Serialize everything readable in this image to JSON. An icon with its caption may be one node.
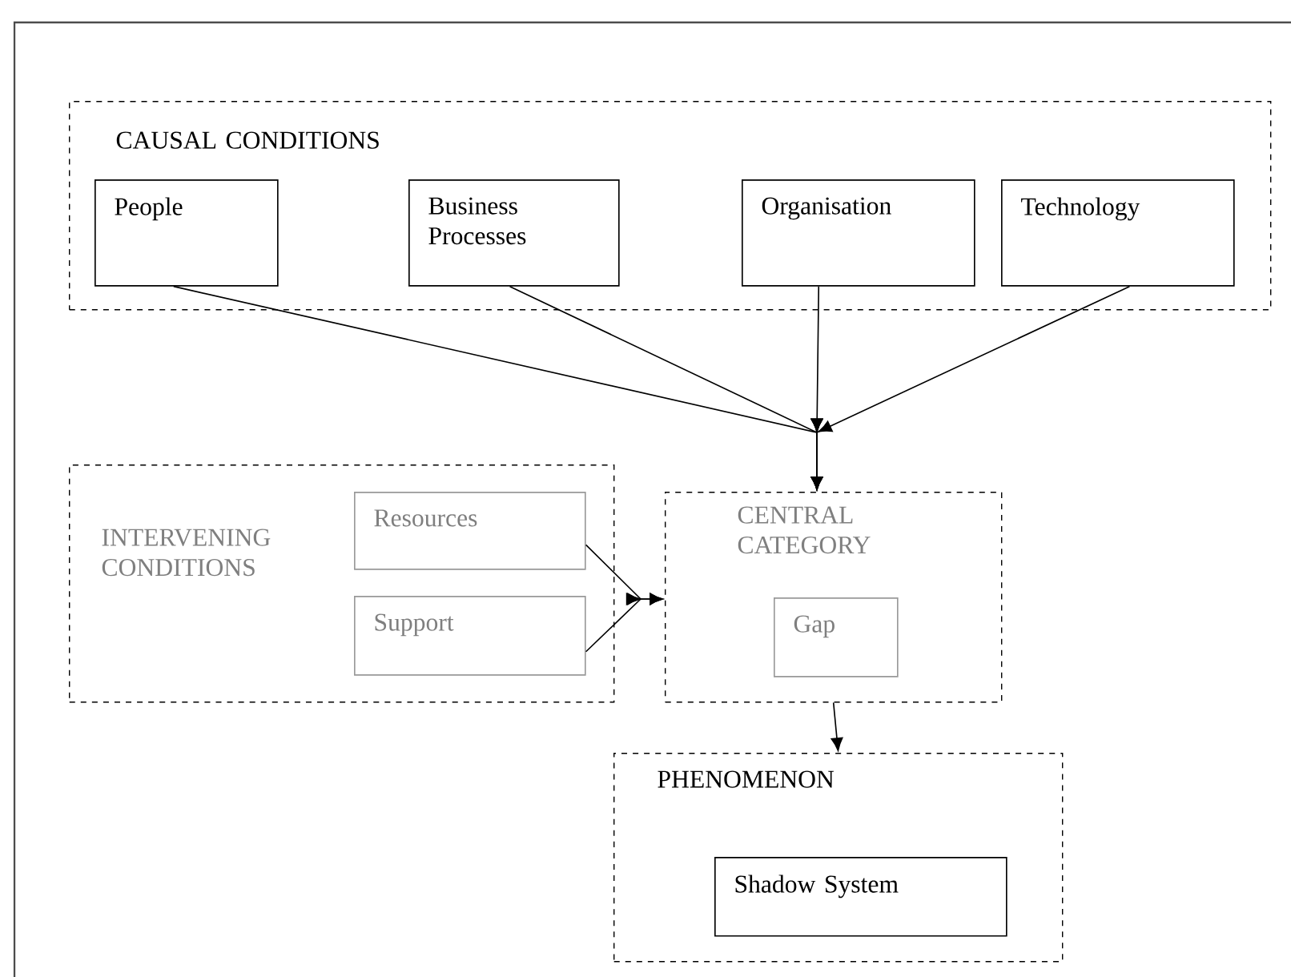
{
  "diagram": {
    "nodes": [
      {
        "text": [
          "CAUSAL CONDITIONS"
        ]
      },
      {
        "text": [
          "People"
        ],
        "in": 0
      },
      {
        "text": [
          "Business Processes"
        ],
        "in": 0
      },
      {
        "text": [
          "Organisation"
        ],
        "in": 0
      },
      {
        "text": [
          "Technology"
        ],
        "in": 0
      },
      {
        "text": [
          "INTERVENING CONDITIONS"
        ]
      },
      {
        "text": [
          "Resources"
        ],
        "in": 5
      },
      {
        "text": [
          "Support"
        ],
        "in": 5
      },
      {
        "text": [
          "CENTRAL CATEGORY"
        ]
      },
      {
        "text": [
          "Gap"
        ],
        "in": 8
      },
      {
        "text": [
          "PHENOMENON"
        ]
      },
      {
        "text": [
          "Shadow System"
        ],
        "in": 10
      }
    ],
    "edges": [
      {
        "from": 1,
        "to": 8,
        "arrow": "to"
      },
      {
        "from": 2,
        "to": 8,
        "arrow": "to"
      },
      {
        "from": 3,
        "to": 8,
        "arrow": "to"
      },
      {
        "from": 4,
        "to": 8,
        "arrow": "to"
      },
      {
        "from": 6,
        "to": 8,
        "arrow": "to"
      },
      {
        "from": 7,
        "to": 8,
        "arrow": "to"
      },
      {
        "from": 8,
        "to": 10,
        "arrow": "to"
      }
    ]
  }
}
